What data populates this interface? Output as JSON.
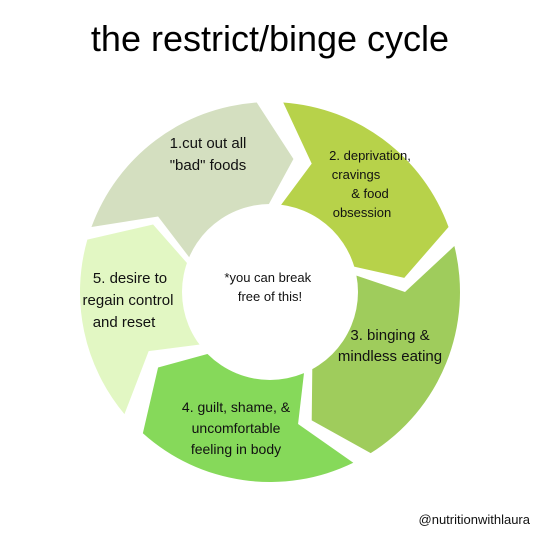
{
  "title": "the restrict/binge cycle",
  "credit": "@nutritionwithlaura",
  "center_note": [
    "*you can break",
    "free of this!"
  ],
  "colors": {
    "background": "#ffffff",
    "center": "#ffffff",
    "segments": [
      "#d4dfc0",
      "#b7d24a",
      "#9fcc5c",
      "#86d95a",
      "#e2f7c3"
    ]
  },
  "segments": [
    {
      "label_lines": [
        "1.cut out all",
        "\"bad\" foods"
      ]
    },
    {
      "label_lines": [
        "2. deprivation,",
        "cravings",
        "& food",
        "obsession"
      ]
    },
    {
      "label_lines": [
        "3. binging &",
        "mindless eating"
      ]
    },
    {
      "label_lines": [
        "4. guilt, shame, &",
        "uncomfortable",
        "feeling in body"
      ]
    },
    {
      "label_lines": [
        "5. desire to",
        "regain control",
        "and reset"
      ]
    }
  ]
}
